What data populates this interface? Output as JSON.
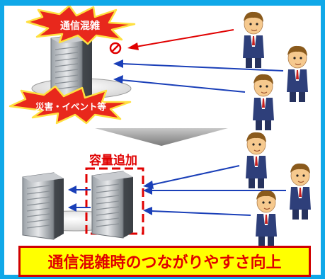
{
  "top_scene": {
    "burst_top_label": "通信混雑",
    "burst_bottom_label": "災害・イベント等"
  },
  "bottom_scene": {
    "added_capacity_label": "容量追加"
  },
  "caption": "通信混雑時のつながりやすさ向上",
  "colors": {
    "frame": "#10a8e8",
    "burst_fill": "#e8281c",
    "burst_text": "#ffffff",
    "blocked_arrow": "#e00000",
    "arrow": "#1a3fb8",
    "added_box": "#e00000",
    "added_label": "#e00000",
    "caption_bg": "#ffff00",
    "caption_border": "#d00000",
    "caption_text": "#e00000"
  }
}
